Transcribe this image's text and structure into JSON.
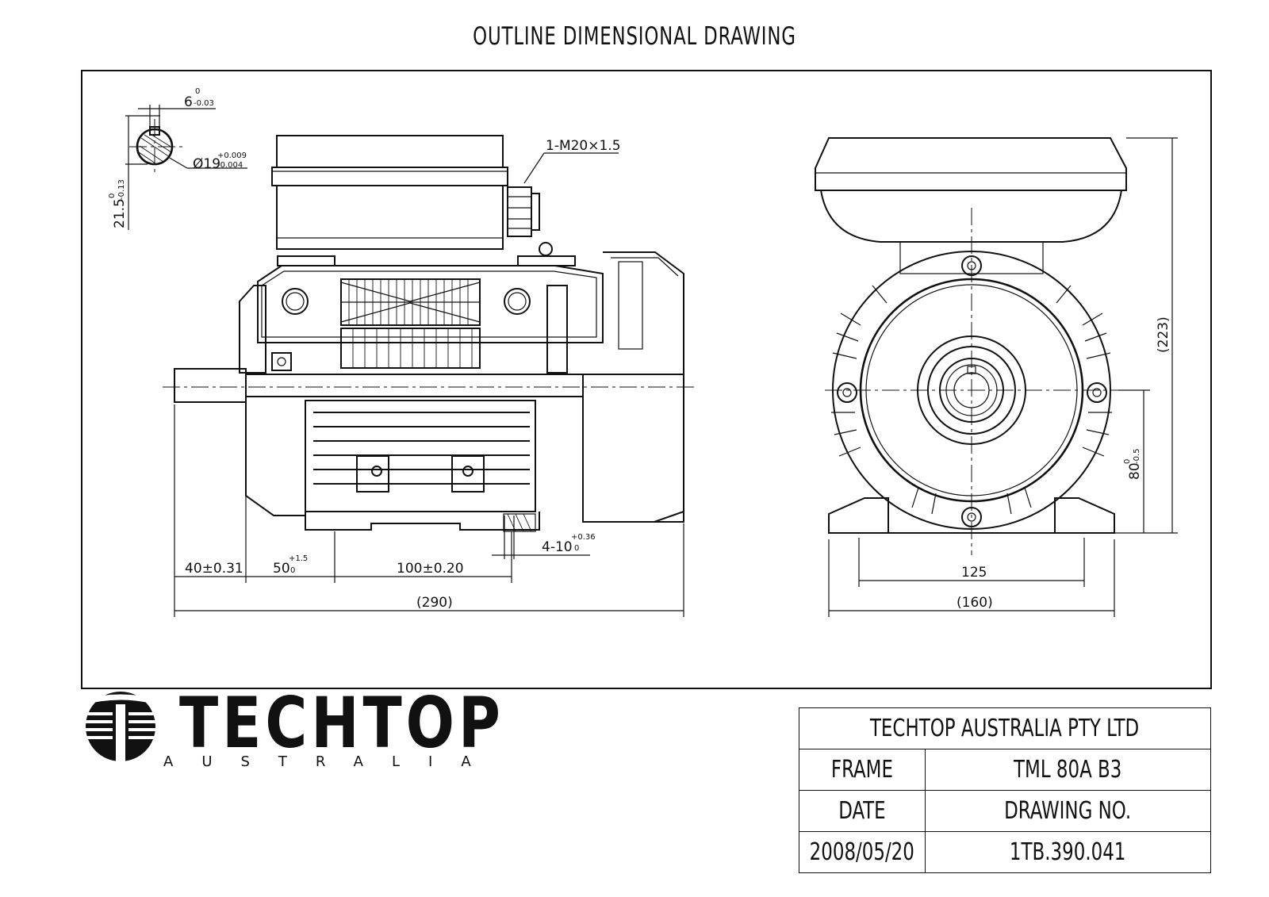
{
  "title": "OUTLINE DIMENSIONAL DRAWING",
  "dims": {
    "key_width": "6",
    "key_width_tol_upper": "0",
    "key_width_tol_lower": "-0.03",
    "shaft_dia": "Ø19",
    "shaft_dia_tol_upper": "+0.009",
    "shaft_dia_tol_lower": "-0.004",
    "key_depth": "21.5",
    "key_depth_tol_upper": "0",
    "key_depth_tol_lower": "-0.13",
    "cable_gland": "1-M20×1.5",
    "overall_height": "(223)",
    "shaft_height": "80",
    "shaft_height_tol_upper": "0",
    "shaft_height_tol_lower": "-0.5",
    "shaft_length": "40±0.31",
    "shaft_to_foot": "50",
    "shaft_to_foot_tol_upper": "+1.5",
    "shaft_to_foot_tol_lower": "0",
    "foot_spacing": "100±0.20",
    "foot_holes": "4-10",
    "foot_holes_tol_upper": "+0.36",
    "foot_holes_tol_lower": "0",
    "overall_length": "(290)",
    "foot_width": "125",
    "overall_width": "(160)"
  },
  "logo": {
    "name": "TECHTOP",
    "sub": "AUSTRALIA"
  },
  "title_block": {
    "company": "TECHTOP AUSTRALIA PTY LTD",
    "frame_label": "FRAME",
    "frame_value": "TML 80A B3",
    "date_label": "DATE",
    "drawing_no_label": "DRAWING NO.",
    "date_value": "2008/05/20",
    "drawing_no_value": "1TB.390.041"
  }
}
